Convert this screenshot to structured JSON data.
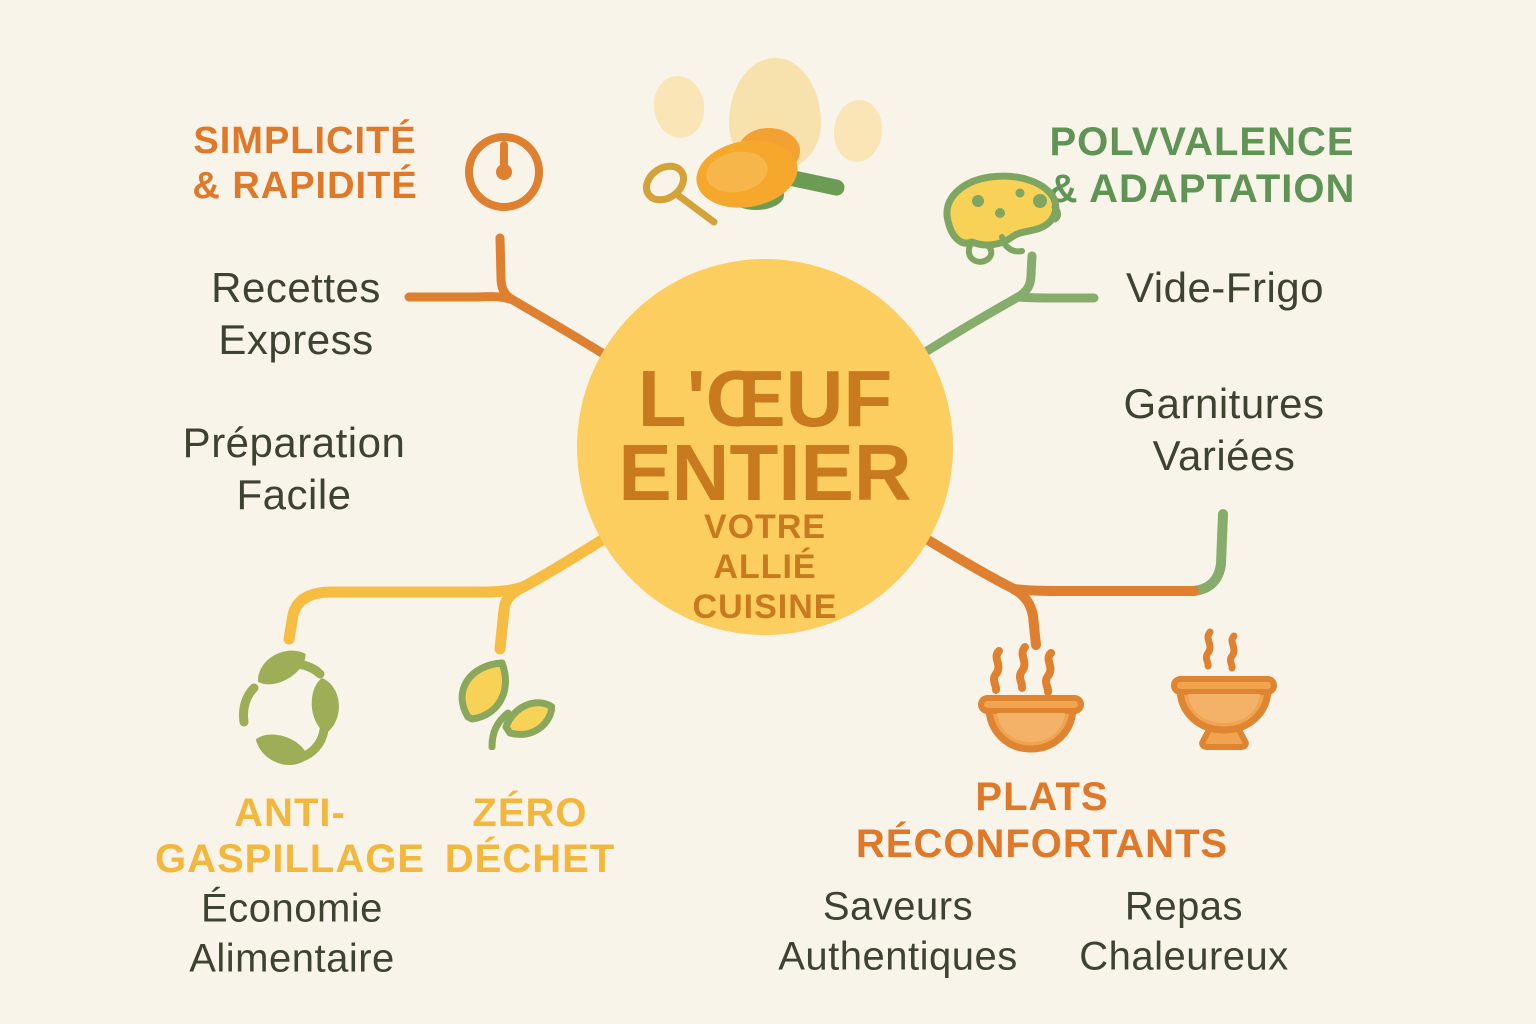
{
  "palette": {
    "background": "#F8F4E9",
    "orange_branch": "#DE8030",
    "yellow_branch": "#F7BD43",
    "green_branch": "#86AD6B",
    "orange_heading": "#E0782A",
    "green_heading": "#5F9455",
    "yellow_heading": "#F4B73E",
    "dark_text": "#3E4231",
    "circle_fill": "#FBCE5F",
    "circle_text": "#C9791E",
    "olive_icon": "#9DAE57",
    "leaf_yellow": "#F7D256",
    "leaf_green": "#8AA85B",
    "bowl_fill": "#F0A44F",
    "bowl_stroke": "#DF8430",
    "egg_cream": "#F9E5B5",
    "yolk_orange": "#F5A82B"
  },
  "center": {
    "title": "L'ŒUF\nENTIER",
    "subtitle": "VOTRE ALLIÉ\nCUISINE"
  },
  "top_left": {
    "heading": "SIMPLICITÉ\n& RAPIDITÉ",
    "icon": "clock-icon",
    "items": [
      "Recettes\nExpress",
      "Préparation\nFacile"
    ]
  },
  "top_right": {
    "heading": "POLVVALENCE\n& ADAPTATION",
    "icon": "chameleon-icon",
    "items": [
      "Vide-Frigo",
      "Garnitures\nVariées"
    ]
  },
  "bottom_left": {
    "heading1": "ANTI-\nGASPILLAGE",
    "icon1": "recycle-leaves-icon",
    "item1": "Économie\nAlimentaire",
    "heading2": "ZÉRO\nDÉCHET",
    "icon2": "leaf-sprout-icon"
  },
  "bottom_right": {
    "heading": "PLATS\nRÉCONFORTANTS",
    "icon1": "steaming-bowl-icon",
    "icon2": "footed-bowl-icon",
    "items": [
      "Saveurs\nAuthentiques",
      "Repas\nChaleureux"
    ]
  },
  "decoration": {
    "top_center": "eggs-and-spoons-illustration"
  }
}
